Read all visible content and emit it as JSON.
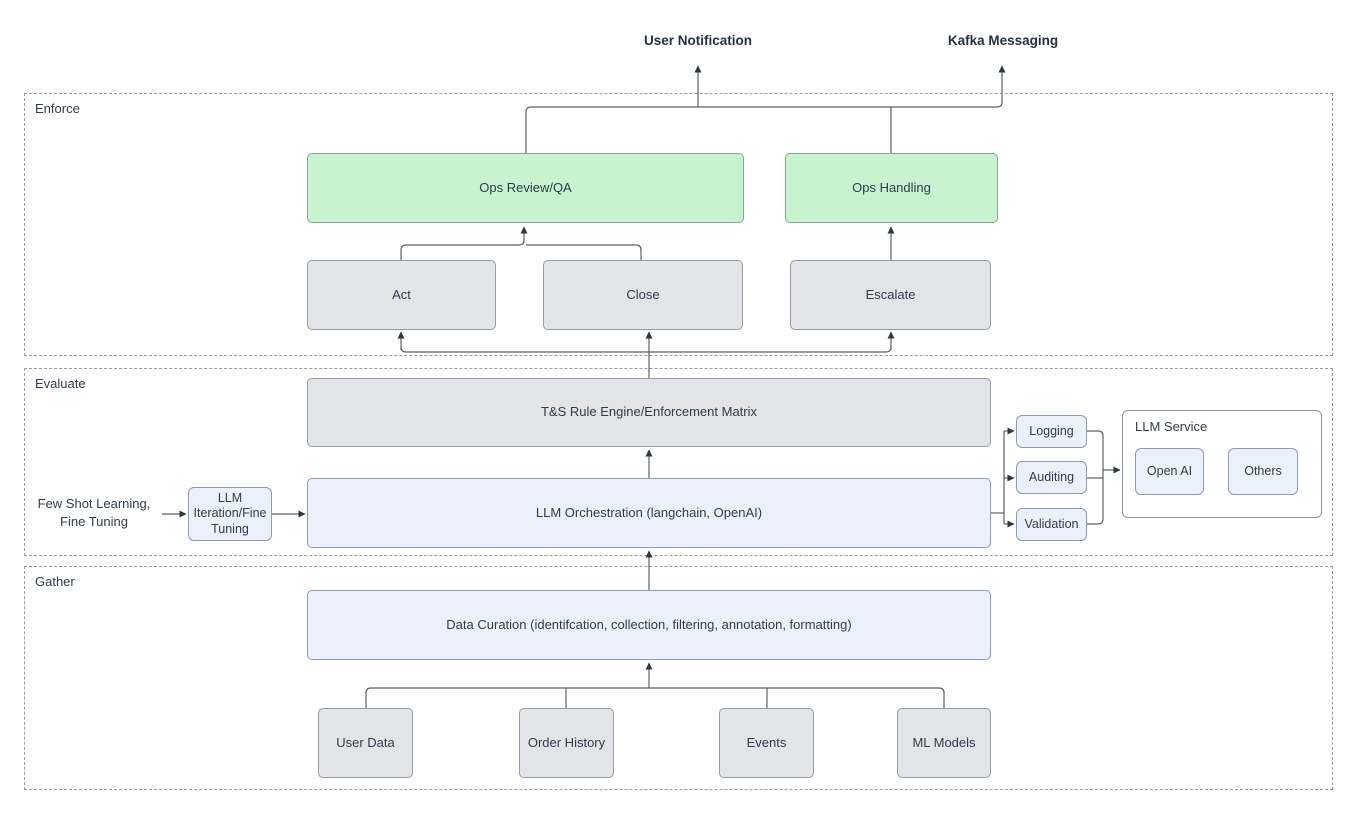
{
  "top_labels": {
    "user_notification": "User Notification",
    "kafka_messaging": "Kafka Messaging"
  },
  "sections": {
    "enforce": {
      "label": "Enforce"
    },
    "evaluate": {
      "label": "Evaluate"
    },
    "gather": {
      "label": "Gather"
    }
  },
  "nodes": {
    "ops_review": {
      "label": "Ops Review/QA"
    },
    "ops_handling": {
      "label": "Ops Handling"
    },
    "act": {
      "label": "Act"
    },
    "close": {
      "label": "Close"
    },
    "escalate": {
      "label": "Escalate"
    },
    "ts_rule_engine": {
      "label": "T&S Rule Engine/Enforcement Matrix"
    },
    "llm_orchestration": {
      "label": "LLM Orchestration (langchain, OpenAI)"
    },
    "llm_iteration": {
      "label": "LLM Iteration/Fine Tuning"
    },
    "logging": {
      "label": "Logging"
    },
    "auditing": {
      "label": "Auditing"
    },
    "validation": {
      "label": "Validation"
    },
    "data_curation": {
      "label": "Data Curation (identifcation, collection, filtering, annotation, formatting)"
    },
    "user_data": {
      "label": "User Data"
    },
    "order_history": {
      "label": "Order History"
    },
    "events": {
      "label": "Events"
    },
    "ml_models": {
      "label": "ML Models"
    }
  },
  "llm_service": {
    "label": "LLM Service",
    "open_ai": {
      "label": "Open AI"
    },
    "others": {
      "label": "Others"
    }
  },
  "annotations": {
    "few_shot_line1": "Few Shot Learning,",
    "few_shot_line2": "Fine Tuning"
  },
  "colors": {
    "green_fill": "#c7f3ce",
    "green_border": "#84a98b",
    "gray_fill": "#e2e4e7",
    "gray_border": "#959ca3",
    "blue_fill": "#eaf1fb",
    "blue_border": "#8b9cb3",
    "connector": "#5b6269",
    "arrowhead": "#2c3847",
    "text": "#303c4d",
    "section_border": "#9b9b9b"
  }
}
